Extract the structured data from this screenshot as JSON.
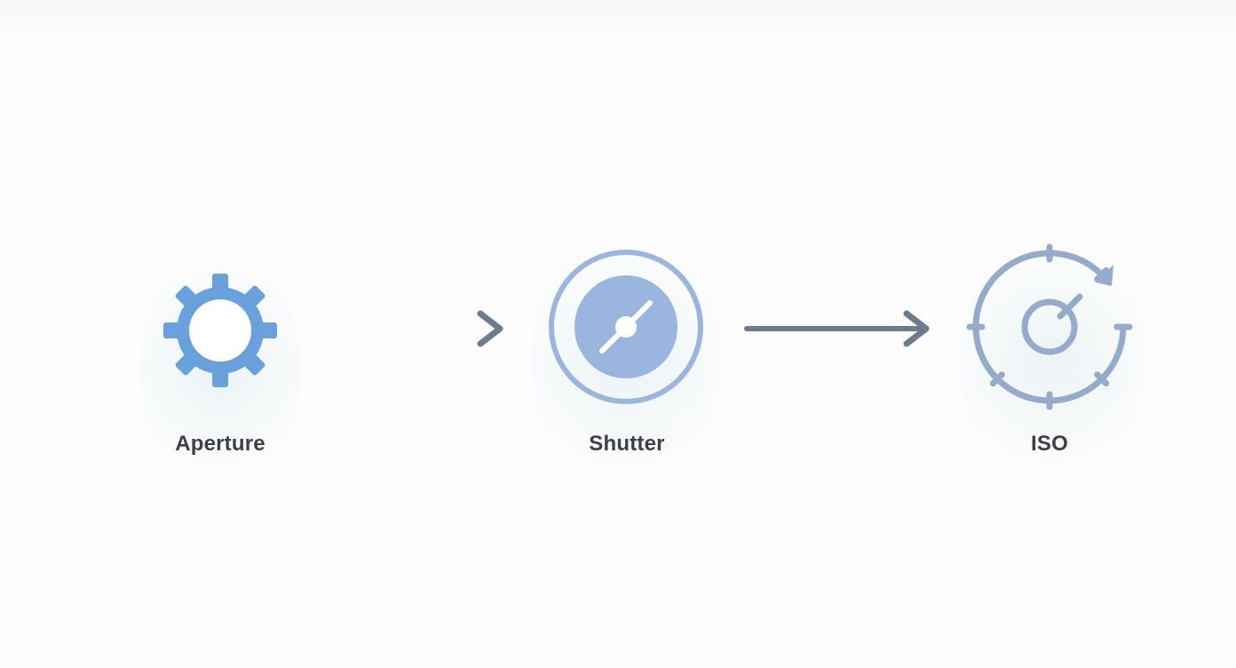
{
  "nodes": [
    {
      "id": "aperture",
      "label": "Aperture",
      "icon": "gear-icon",
      "color": "#68a1dc"
    },
    {
      "id": "shutter",
      "label": "Shutter",
      "icon": "shutter-icon",
      "color": "#9bb6de"
    },
    {
      "id": "iso",
      "label": "ISO",
      "icon": "iso-dial-icon",
      "color": "#94abcb"
    }
  ],
  "edges": [
    {
      "from": "aperture",
      "to": "shutter"
    },
    {
      "from": "shutter",
      "to": "iso"
    }
  ],
  "colors": {
    "arrow": "#6c7b8d",
    "arrow_start": "#5f8ec8",
    "label_text": "#3e3f45"
  }
}
